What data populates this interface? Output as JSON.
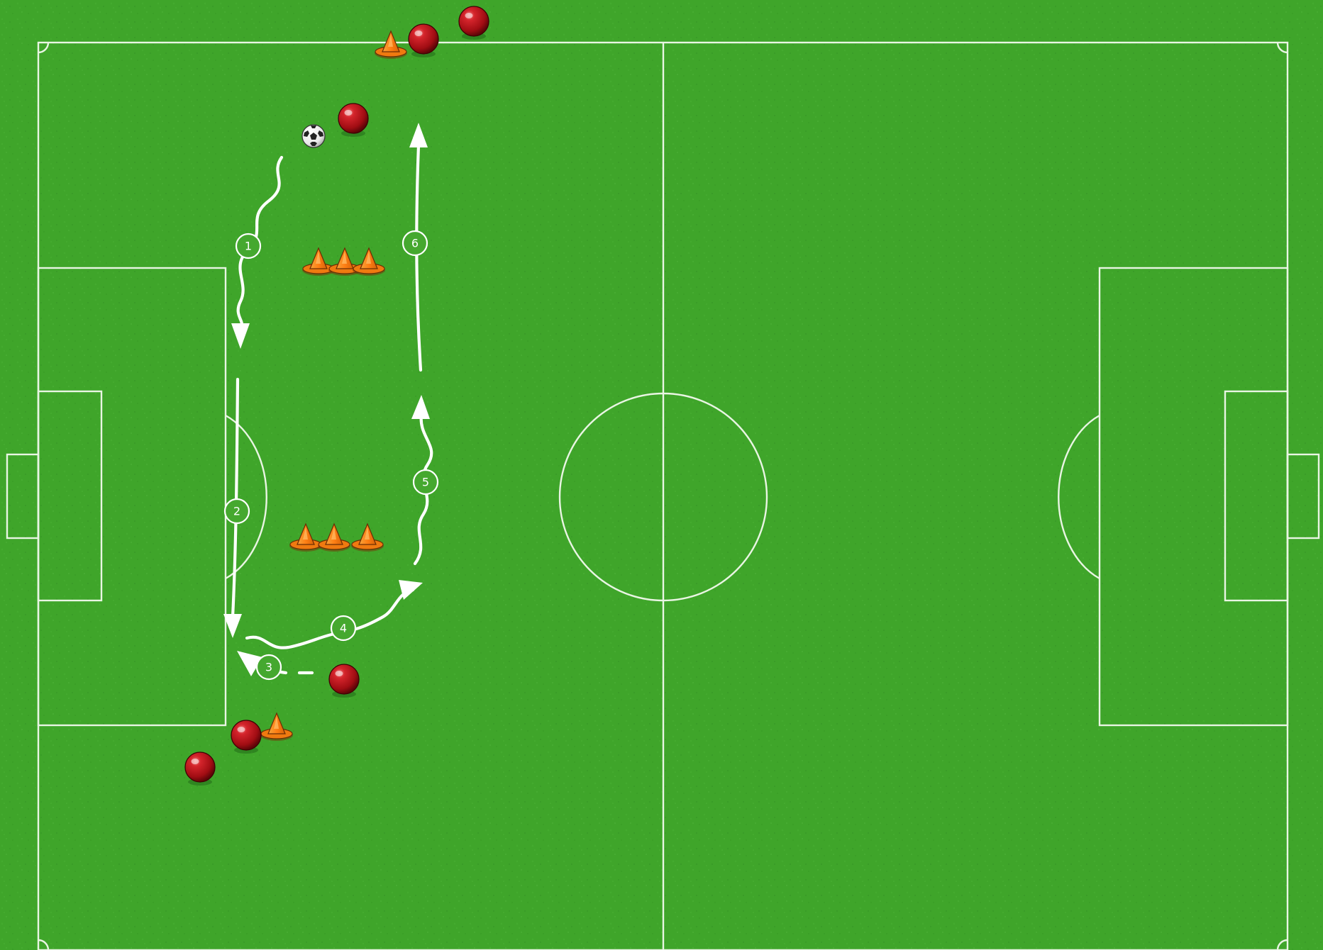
{
  "colors": {
    "grass": "#3fa52a",
    "lines": "#e9f5e3",
    "player_red": "#c4151c",
    "cone_orange": "#f48a17",
    "arrow": "#ffffff"
  },
  "icons": {
    "player": "red-player-icon",
    "cone": "orange-cone-icon",
    "ball": "soccer-ball-icon"
  },
  "steps": [
    {
      "id": "step-1",
      "label": "1"
    },
    {
      "id": "step-2",
      "label": "2"
    },
    {
      "id": "step-3",
      "label": "3"
    },
    {
      "id": "step-4",
      "label": "4"
    },
    {
      "id": "step-5",
      "label": "5"
    },
    {
      "id": "step-6",
      "label": "6"
    }
  ]
}
